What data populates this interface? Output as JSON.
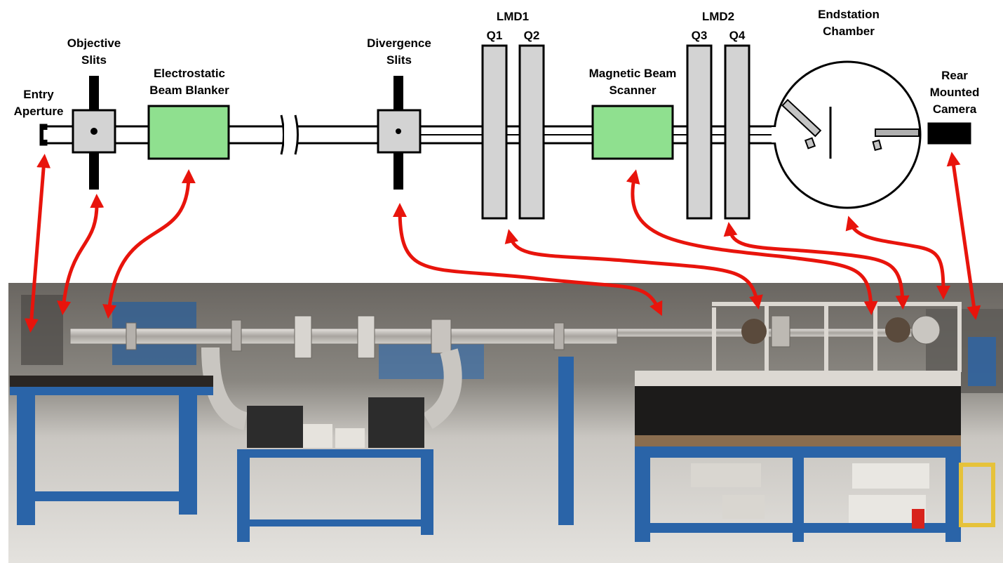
{
  "labels": {
    "entry_aperture": [
      "Entry",
      "Aperture"
    ],
    "objective_slits": [
      "Objective",
      "Slits"
    ],
    "beam_blanker": [
      "Electrostatic",
      "Beam Blanker"
    ],
    "divergence_slits": [
      "Divergence",
      "Slits"
    ],
    "lmd1": "LMD1",
    "q1": "Q1",
    "q2": "Q2",
    "magnetic_scanner": [
      "Magnetic Beam",
      "Scanner"
    ],
    "lmd2": "LMD2",
    "q3": "Q3",
    "q4": "Q4",
    "endstation": [
      "Endstation",
      "Chamber"
    ],
    "rear_camera": [
      "Rear",
      "Mounted",
      "Camera"
    ]
  },
  "colors": {
    "arrow": "#e8140c",
    "component_green": "#8fe08f",
    "component_grey": "#d3d3d3",
    "outline": "#000000",
    "photo_floor": "#d6d3cf",
    "photo_table": "#2a64a8",
    "photo_pipe": "#c4c1bd"
  }
}
